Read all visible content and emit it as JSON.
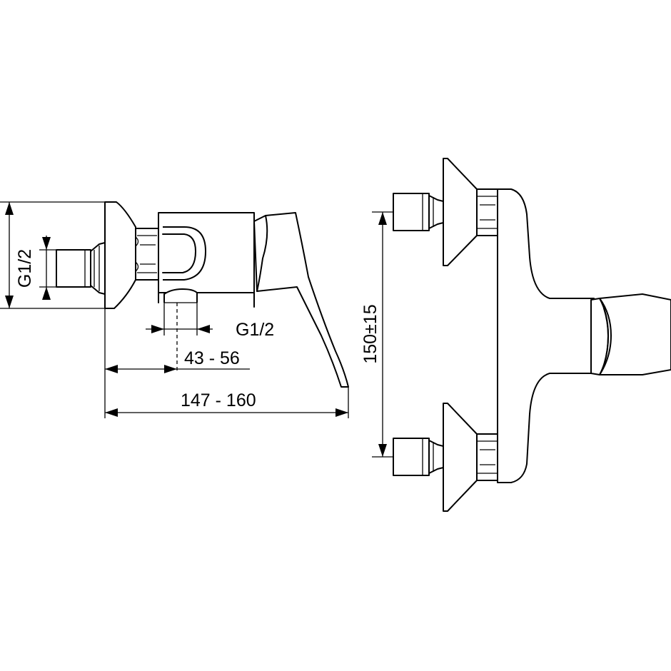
{
  "dimensions": {
    "side_inlet_thread": "G1/2",
    "outlet_thread": "G1/2",
    "outlet_offset": "43 - 56",
    "total_depth": "147 - 160",
    "center_distance": "150±15"
  },
  "colors": {
    "line": "#000000",
    "background": "#ffffff"
  }
}
